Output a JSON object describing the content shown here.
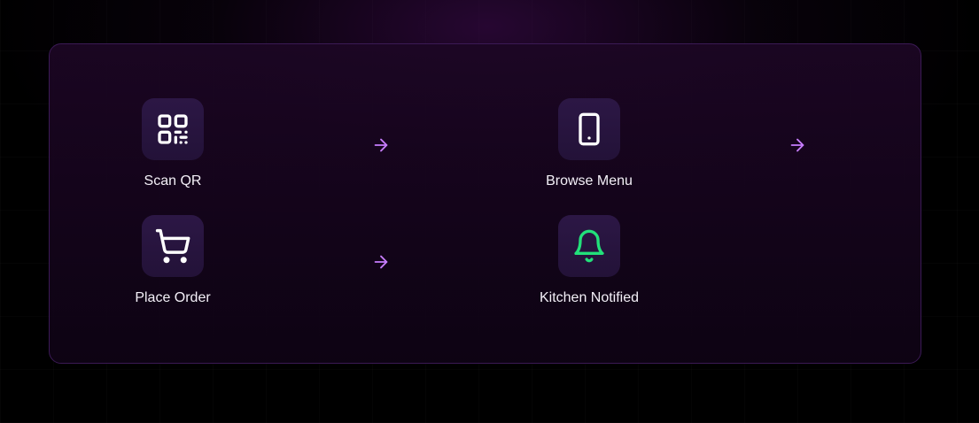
{
  "flow": {
    "steps": [
      {
        "label": "Scan QR",
        "icon": "qr-code-icon",
        "icon_color": "#ffffff"
      },
      {
        "label": "Browse Menu",
        "icon": "smartphone-icon",
        "icon_color": "#ffffff"
      },
      {
        "label": "Place Order",
        "icon": "shopping-cart-icon",
        "icon_color": "#ffffff"
      },
      {
        "label": "Kitchen Notified",
        "icon": "bell-icon",
        "icon_color": "#22e07a"
      }
    ],
    "arrow_icon": "arrow-right-icon",
    "arrow_color": "#c77dff"
  },
  "colors": {
    "background": "#000000",
    "panel_border": "#3b1a55",
    "tile": "#2a1540",
    "text": "#f4f0f8"
  }
}
